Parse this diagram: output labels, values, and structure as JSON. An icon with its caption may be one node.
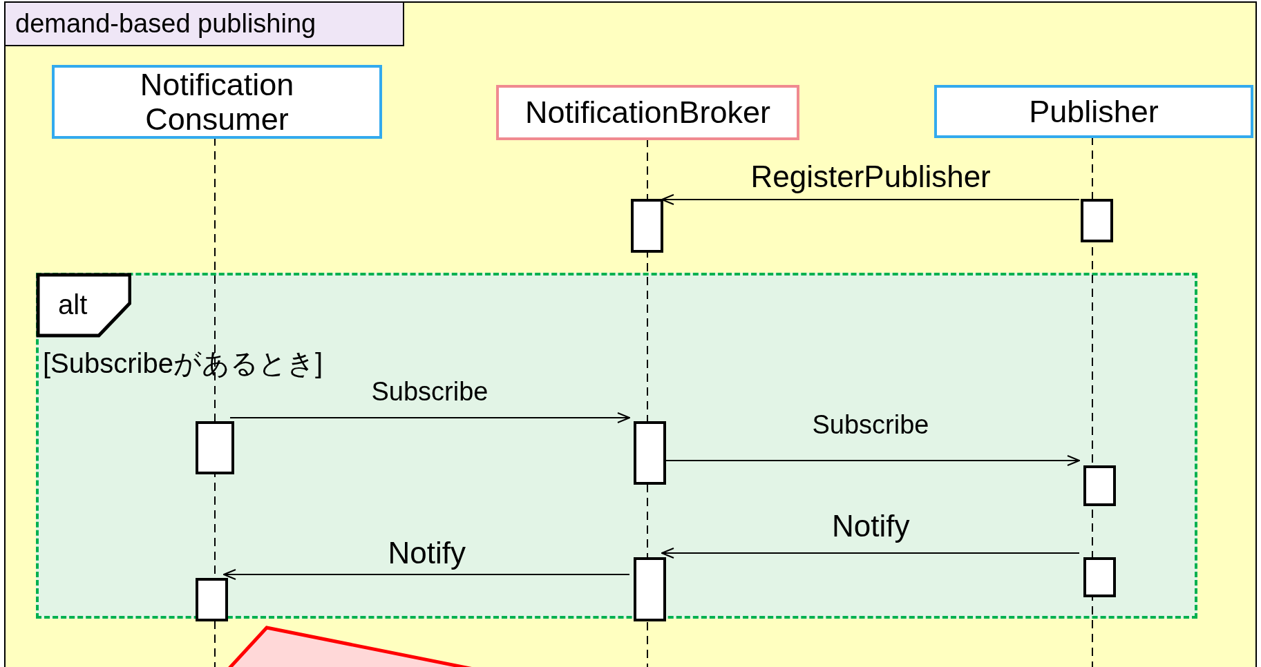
{
  "diagram": {
    "nodes": [
      {
        "text": [
          "demand-based publishing"
        ]
      },
      {
        "text": [
          "Notification Consumer"
        ],
        "in": 0
      },
      {
        "text": [
          "NotificationBroker"
        ],
        "in": 0
      },
      {
        "text": [
          "Publisher"
        ],
        "in": 0
      },
      {
        "text": [],
        "shape": "bar",
        "in": 0
      },
      {
        "text": [],
        "shape": "bar",
        "in": 0
      },
      {
        "text": [
          "alt",
          "[Subscribeがあるとき]"
        ],
        "in": 0
      },
      {
        "text": [],
        "shape": "bar",
        "in": 6
      },
      {
        "text": [],
        "shape": "bar",
        "in": 6
      },
      {
        "text": [],
        "shape": "bar",
        "in": 6
      },
      {
        "text": [],
        "shape": "bar",
        "in": 6
      },
      {
        "text": [],
        "shape": "bar",
        "in": 6
      },
      {
        "text": [],
        "shape": "bar",
        "in": 6
      },
      {
        "text": [],
        "shape": "callout",
        "in": 0
      }
    ],
    "edges": [
      {
        "from": 5,
        "to": 4,
        "arrow": "to",
        "label": "RegisterPublisher"
      },
      {
        "from": 7,
        "to": 8,
        "arrow": "to",
        "label": "Subscribe"
      },
      {
        "from": 8,
        "to": 9,
        "arrow": "to",
        "label": "Subscribe"
      },
      {
        "from": 10,
        "to": 11,
        "arrow": "to",
        "label": "Notify"
      },
      {
        "from": 11,
        "to": 12,
        "arrow": "to",
        "label": "Notify"
      }
    ]
  }
}
